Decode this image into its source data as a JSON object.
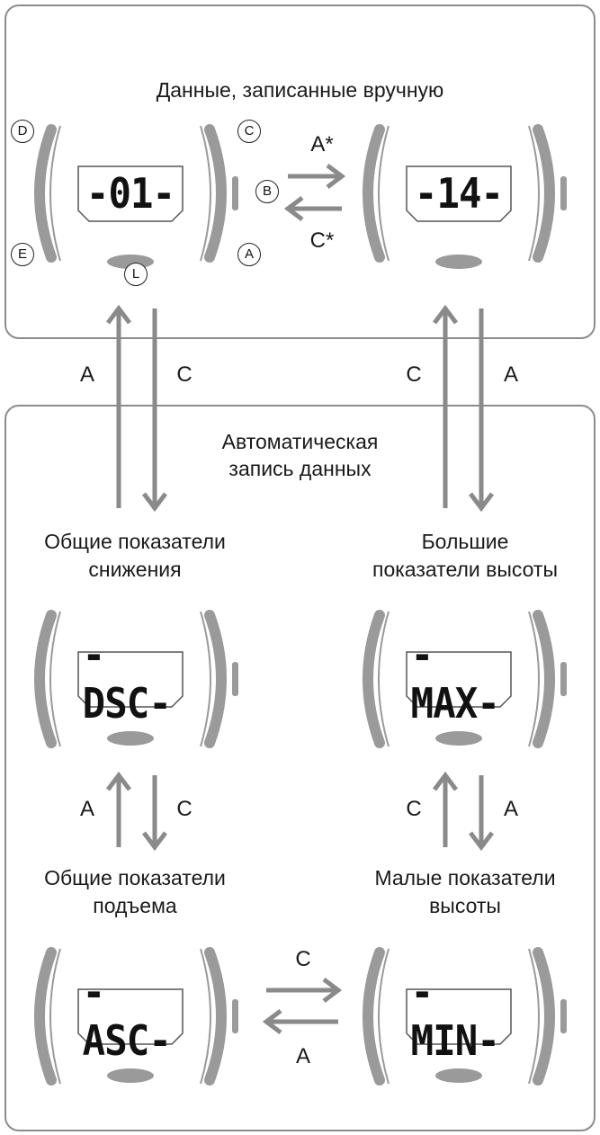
{
  "top": {
    "title": "Данные, записанные вручную",
    "left_display": "-01-",
    "right_display": "-14-",
    "arrow_a_star": "A*",
    "arrow_c_star": "C*",
    "buttons": {
      "d": "D",
      "c": "C",
      "b": "B",
      "e": "E",
      "a": "A",
      "l": "L"
    }
  },
  "bottom": {
    "title_line1": "Автоматическая",
    "title_line2": "запись данных",
    "dsc": {
      "label_line1": "Общие показатели",
      "label_line2": "снижения",
      "display": "-DSC-"
    },
    "max": {
      "label_line1": "Большие",
      "label_line2": "показатели высоты",
      "display": "-MAX-"
    },
    "asc": {
      "label_line1": "Общие показатели",
      "label_line2": "подъема",
      "display": "-ASC-"
    },
    "min": {
      "label_line1": "Малые показатели",
      "label_line2": "высоты",
      "display": "-MIN-"
    }
  },
  "arrow_labels": {
    "left_up_a": "A",
    "left_down_c": "C",
    "right_up_c": "C",
    "right_down_a": "A",
    "mid_left_a": "A",
    "mid_left_c": "C",
    "mid_right_c": "C",
    "mid_right_a": "A",
    "bottom_c": "C",
    "bottom_a": "A"
  },
  "colors": {
    "arrow": "#8a8a8a",
    "watch_bezel": "#9a9a9a",
    "panel_border": "#8c8c8c"
  }
}
